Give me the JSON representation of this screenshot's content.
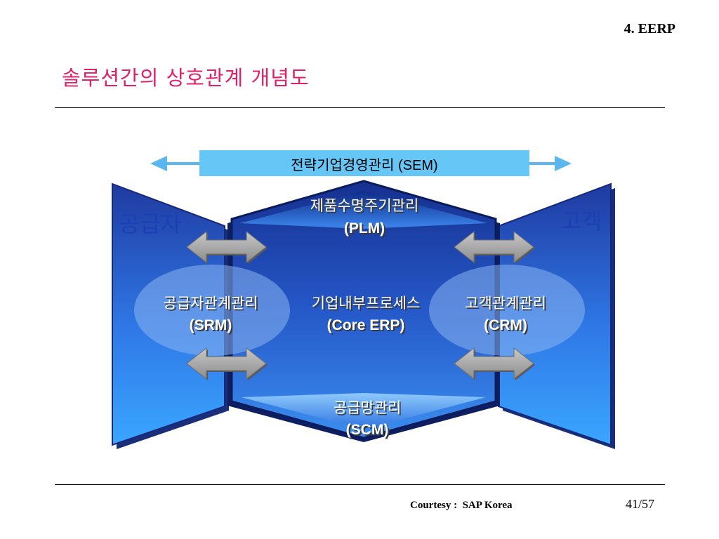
{
  "header": {
    "section_label": "4. EERP",
    "title": "솔루션간의 상호관계 개념도"
  },
  "diagram": {
    "sem": "전략기업경영관리 (SEM)",
    "supplier": "공급자",
    "customer": "고객",
    "plm": {
      "name": "제품수명주기관리",
      "abbr": "(PLM)"
    },
    "srm": {
      "name": "공급자관계관리",
      "abbr": "(SRM)"
    },
    "core": {
      "name": "기업내부프로세스",
      "abbr": "(Core ERP)"
    },
    "crm": {
      "name": "고객관계관리",
      "abbr": "(CRM)"
    },
    "scm": {
      "name": "공급망관리",
      "abbr": "(SCM)"
    },
    "colors": {
      "title": "#e0206a",
      "sem_bar": "#66c6f6",
      "sem_arrow": "#5ab8ee",
      "panel_dark": "#1a3fa8",
      "panel_light": "#3da8ff",
      "arrow_gray": "#9a9a9a"
    }
  },
  "footer": {
    "courtesy": "Courtesy :  SAP Korea",
    "page": "41/57"
  }
}
